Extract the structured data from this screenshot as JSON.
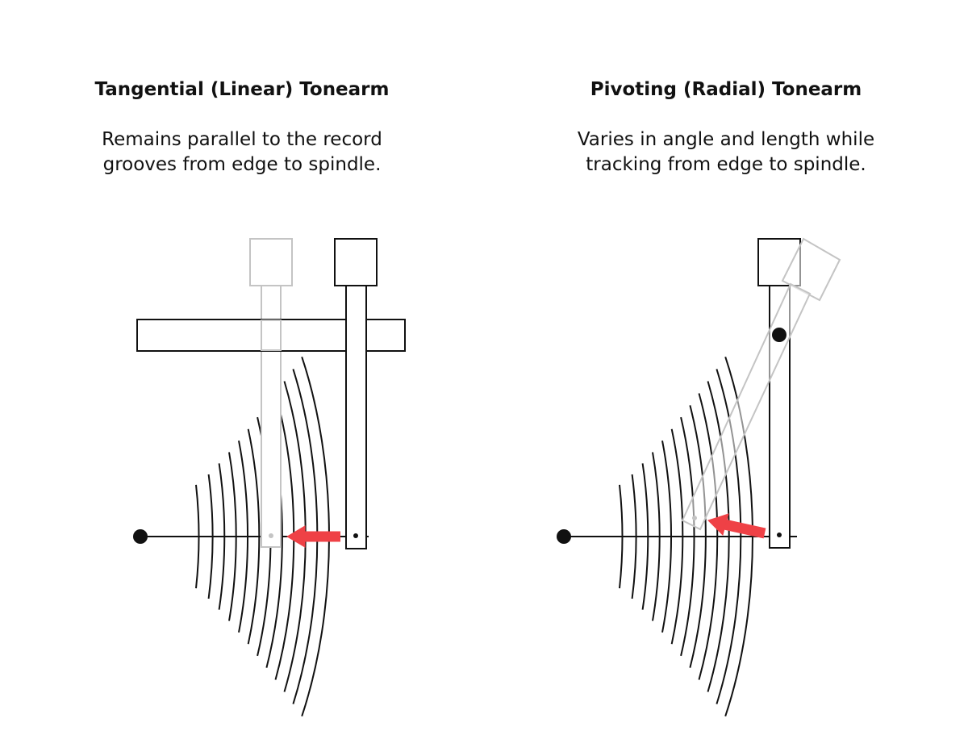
{
  "tangential": {
    "title": "Tangential (Linear) Tonearm",
    "description_line1": "Remains parallel to the record",
    "description_line2": "grooves from edge to spindle."
  },
  "pivoting": {
    "title": "Pivoting (Radial) Tonearm",
    "description_line1": "Varies in angle and length while",
    "description_line2": "tracking from edge to spindle."
  },
  "colors": {
    "ink": "#111111",
    "ghost": "#c4c4c4",
    "arrow": "#ef4146",
    "background": "#ffffff"
  }
}
